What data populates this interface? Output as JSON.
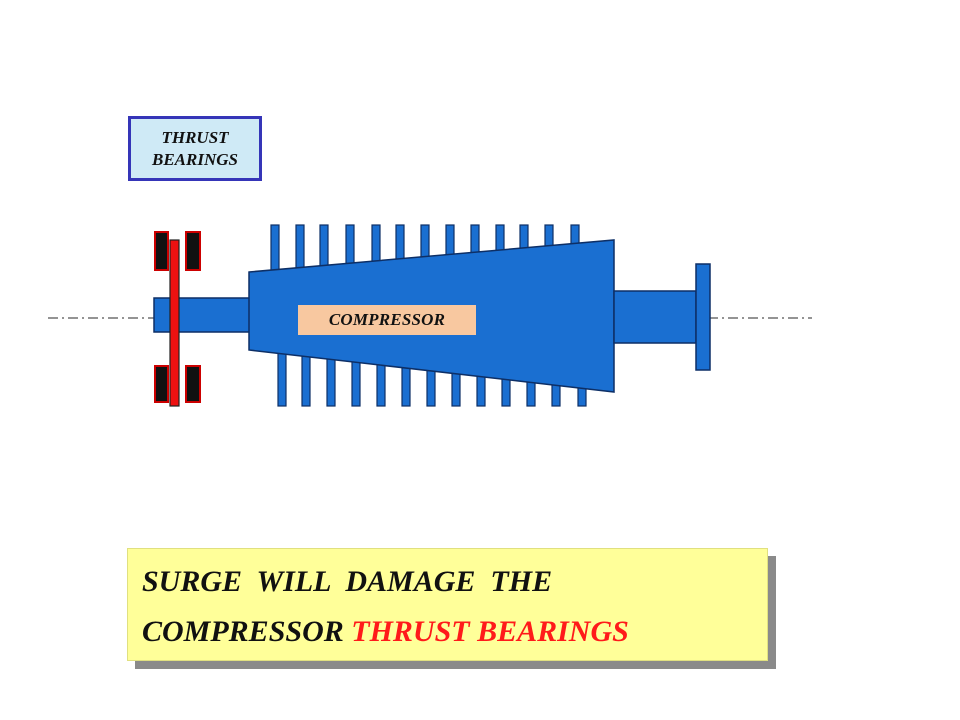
{
  "labels": {
    "thrust_bearings_line1": "THRUST",
    "thrust_bearings_line2": "BEARINGS",
    "compressor": "COMPRESSOR"
  },
  "message": {
    "line1": "SURGE  WILL  DAMAGE  THE",
    "line2_start": "COMPRESSOR ",
    "line2_highlight": "THRUST BEARINGS"
  },
  "colors": {
    "rotor_blue": "#1a6fd1",
    "rotor_outline": "#0d2f66",
    "bearing_pad": "#111111",
    "bearing_outline": "#cc0000",
    "thrust_collar": "#ee1111",
    "label_box_fill": "#cfeaf6",
    "label_box_border": "#3535b8",
    "compressor_label_fill": "#f8c8a0",
    "callout_fill": "#ffff99",
    "highlight_text": "#ff1a1a"
  },
  "diagram": {
    "blade_count_top": 13,
    "blade_count_bottom": 13,
    "centerline_style": "dash-dot"
  }
}
